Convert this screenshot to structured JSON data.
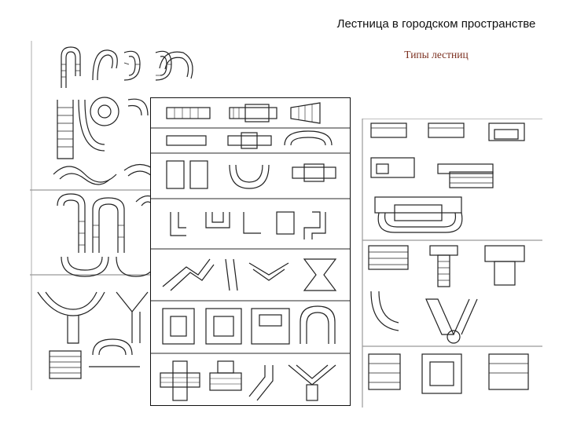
{
  "slide": {
    "title": "Лестница в городском пространстве",
    "subtitle": "Типы лестниц",
    "title_color": "#111111",
    "subtitle_color": "#7a2e1e"
  },
  "figures": {
    "left_sheet": {
      "content": "stair plan drawings: spiral, curved and U-shaped flights"
    },
    "middle_sheet": {
      "content": "stair plan drawings in 7 rows of straight, L, U, bifurcated and enclosed flights"
    },
    "right_sheet": {
      "content": "stair plan drawings: terraces and ceremonial stairs"
    }
  }
}
